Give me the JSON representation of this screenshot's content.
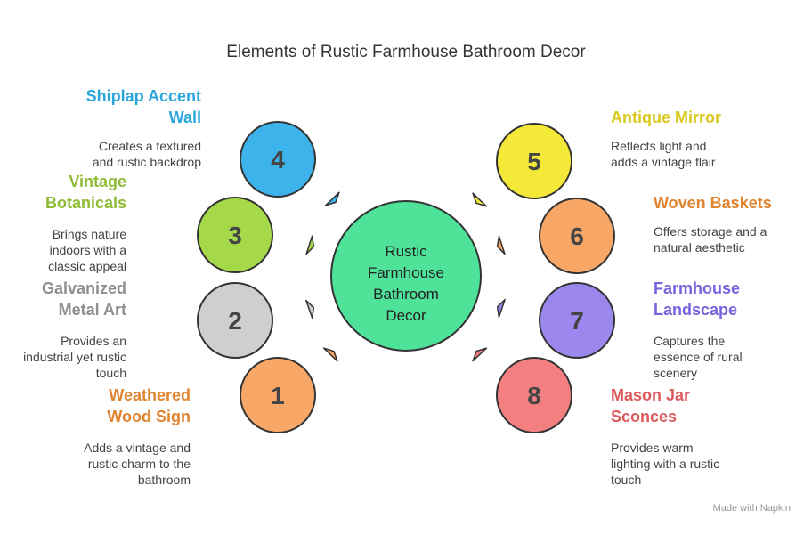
{
  "title": "Elements of Rustic Farmhouse Bathroom Decor",
  "center": {
    "label": "Rustic Farmhouse Bathroom Decor",
    "lines": [
      "Rustic",
      "Farmhouse",
      "Bathroom",
      "Decor"
    ],
    "fill": "#4fe39a"
  },
  "items": [
    {
      "number": "1",
      "heading": "Weathered Wood Sign",
      "heading_lines": [
        "Weathered",
        "Wood Sign"
      ],
      "description": "Adds a vintage and rustic charm to the bathroom",
      "desc_lines": [
        "Adds a vintage and",
        "rustic charm to the",
        "bathroom"
      ],
      "fill": "#f9a766",
      "heading_color": "#e0842f"
    },
    {
      "number": "2",
      "heading": "Galvanized Metal Art",
      "heading_lines": [
        "Galvanized",
        "Metal Art"
      ],
      "description": "Provides an industrial yet rustic touch",
      "desc_lines": [
        "Provides an",
        "industrial yet rustic",
        "touch"
      ],
      "fill": "#cfcfcf",
      "heading_color": "#8f8f8f"
    },
    {
      "number": "3",
      "heading": "Vintage Botanicals",
      "heading_lines": [
        "Vintage",
        "Botanicals"
      ],
      "description": "Brings nature indoors with a classic appeal",
      "desc_lines": [
        "Brings nature",
        "indoors with a",
        "classic appeal"
      ],
      "fill": "#a5d94a",
      "heading_color": "#8fbc36"
    },
    {
      "number": "4",
      "heading": "Shiplap Accent Wall",
      "heading_lines": [
        "Shiplap Accent",
        "Wall"
      ],
      "description": "Creates a textured and rustic backdrop",
      "desc_lines": [
        "Creates a textured",
        "and rustic backdrop"
      ],
      "fill": "#3db3ec",
      "heading_color": "#2ba6dc"
    },
    {
      "number": "5",
      "heading": "Antique Mirror",
      "heading_lines": [
        "Antique Mirror"
      ],
      "description": "Reflects light and adds a vintage flair",
      "desc_lines": [
        "Reflects light and",
        "adds a vintage flair"
      ],
      "fill": "#f4e838",
      "heading_color": "#d9c91c"
    },
    {
      "number": "6",
      "heading": "Woven Baskets",
      "heading_lines": [
        "Woven Baskets"
      ],
      "description": "Offers storage and a natural aesthetic",
      "desc_lines": [
        "Offers storage and a",
        "natural aesthetic"
      ],
      "fill": "#f9a766",
      "heading_color": "#e0842f"
    },
    {
      "number": "7",
      "heading": "Farmhouse Landscape",
      "heading_lines": [
        "Farmhouse",
        "Landscape"
      ],
      "description": "Captures the essence of rural scenery",
      "desc_lines": [
        "Captures the",
        "essence of rural",
        "scenery"
      ],
      "fill": "#9b87ee",
      "heading_color": "#7a62de"
    },
    {
      "number": "8",
      "heading": "Mason Jar Sconces",
      "heading_lines": [
        "Mason Jar",
        "Sconces"
      ],
      "description": "Provides warm lighting with a rustic touch",
      "desc_lines": [
        "Provides warm",
        "lighting with a rustic",
        "touch"
      ],
      "fill": "#f47f80",
      "heading_color": "#dc5a5c"
    }
  ],
  "watermark": "Made with Napkin"
}
